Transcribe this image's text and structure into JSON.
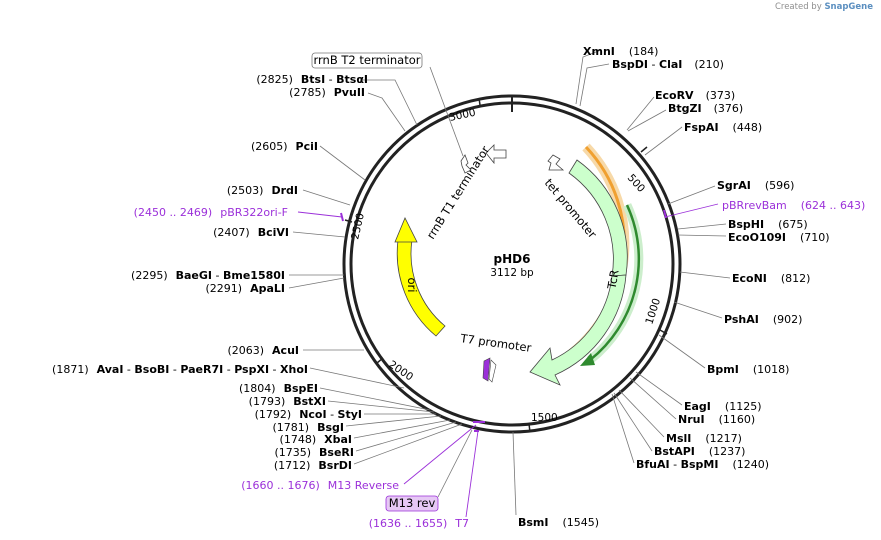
{
  "credit": {
    "prefix": "Created by",
    "brand": "SnapGene"
  },
  "plasmid": {
    "name": "pHD6",
    "size": "3112 bp"
  },
  "ticks": [
    "500",
    "1000",
    "1500",
    "2000",
    "2500",
    "3000"
  ],
  "features": {
    "tcr": "TcR",
    "tet_promoter": "tet promoter",
    "ori": "ori",
    "t7_promoter": "T7 promoter",
    "rrnb_t1": "rrnB T1 terminator",
    "rrnb_t2": "rrnB T2 terminator",
    "m13_rev": "M13 rev"
  },
  "primers": [
    {
      "id": "pbr322ori",
      "range": "(2450 .. 2469)",
      "name": "pBR322ori-F"
    },
    {
      "id": "pbrrevbam",
      "range": "(624 .. 643)",
      "name": "pBRrevBam"
    },
    {
      "id": "m13reverse",
      "range": "(1660 .. 1676)",
      "name": "M13 Reverse"
    },
    {
      "id": "t7",
      "range": "(1636 .. 1655)",
      "name": "T7"
    }
  ],
  "sites_right": [
    {
      "name": "XmnI",
      "pos": "(184)"
    },
    {
      "name": "BspDI",
      "sep": " - ",
      "name2": "ClaI",
      "pos": "(210)"
    },
    {
      "name": "EcoRV",
      "pos": "(373)"
    },
    {
      "name": "BtgZI",
      "pos": "(376)"
    },
    {
      "name": "FspAI",
      "pos": "(448)"
    },
    {
      "name": "SgrAI",
      "pos": "(596)"
    },
    {
      "name": "BspHI",
      "pos": "(675)"
    },
    {
      "name": "EcoO109I",
      "pos": "(710)"
    },
    {
      "name": "EcoNI",
      "pos": "(812)"
    },
    {
      "name": "PshAI",
      "pos": "(902)"
    },
    {
      "name": "BpmI",
      "pos": "(1018)"
    },
    {
      "name": "EagI",
      "pos": "(1125)"
    },
    {
      "name": "NruI",
      "pos": "(1160)"
    },
    {
      "name": "MslI",
      "pos": "(1217)"
    },
    {
      "name": "BstAPI",
      "pos": "(1237)"
    },
    {
      "name": "BfuAI",
      "sep": " - ",
      "name2": "BspMI",
      "pos": "(1240)"
    },
    {
      "name": "BsmI",
      "pos": "(1545)"
    }
  ],
  "sites_left": [
    {
      "pos": "(2825)",
      "name": "BtsI",
      "sep": " - ",
      "name2": "BtsαI"
    },
    {
      "pos": "(2785)",
      "name": "PvuII"
    },
    {
      "pos": "(2605)",
      "name": "PciI"
    },
    {
      "pos": "(2503)",
      "name": "DrdI"
    },
    {
      "pos": "(2407)",
      "name": "BciVI"
    },
    {
      "pos": "(2295)",
      "name": "BaeGI",
      "sep": " - ",
      "name2": "Bme1580I"
    },
    {
      "pos": "(2291)",
      "name": "ApaLI"
    },
    {
      "pos": "(2063)",
      "name": "AcuI"
    },
    {
      "pos": "(1804)",
      "name": "BspEI"
    },
    {
      "pos": "(1793)",
      "name": "BstXI"
    },
    {
      "pos": "(1792)",
      "name": "NcoI",
      "sep": " - ",
      "name2": "StyI"
    },
    {
      "pos": "(1781)",
      "name": "BsgI"
    },
    {
      "pos": "(1748)",
      "name": "XbaI"
    },
    {
      "pos": "(1735)",
      "name": "BseRI"
    },
    {
      "pos": "(1712)",
      "name": "BsrDI"
    }
  ],
  "multi_site": {
    "pos": "(1871)",
    "names": [
      "AvaI",
      "BsoBI",
      "PaeR7I",
      "PspXI",
      "XhoI"
    ],
    "sep": " - "
  }
}
